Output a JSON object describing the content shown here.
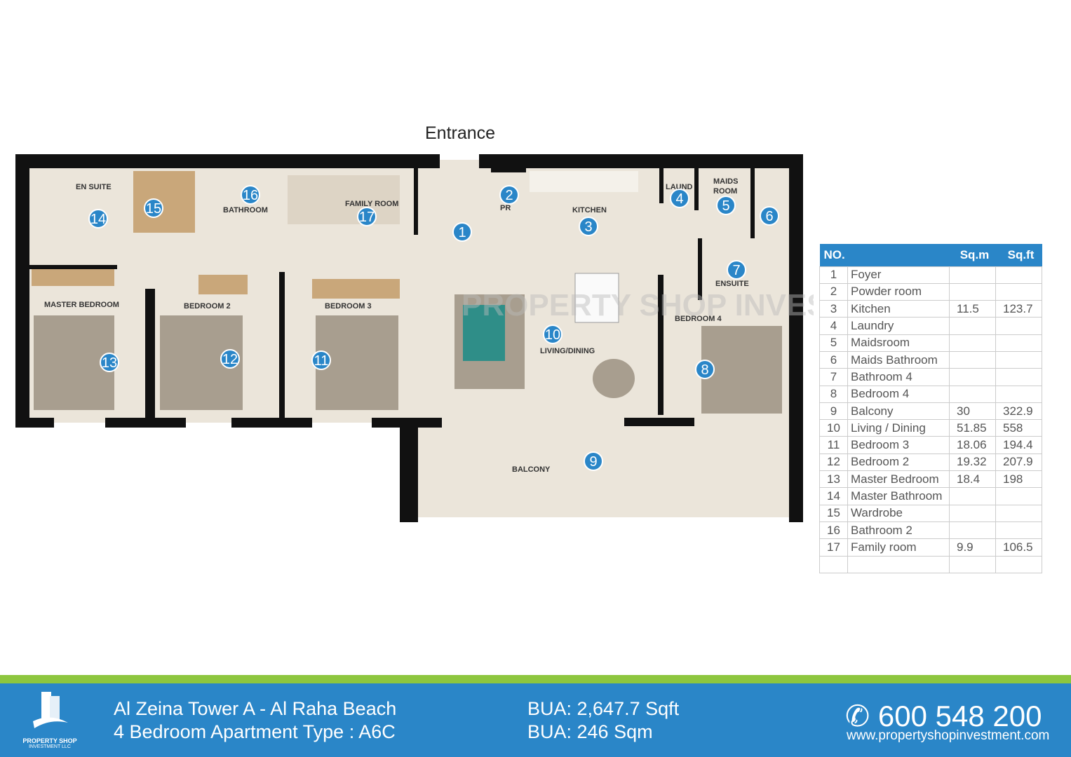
{
  "plan": {
    "entrance": "Entrance",
    "watermark": "PROPERTY SHOP INVESTMENT LLC",
    "room_labels": {
      "en_suite": "EN SUITE",
      "bathroom": "BATHROOM",
      "family_room": "FAMILY ROOM",
      "pr": "PR",
      "kitchen": "KITCHEN",
      "laund": "LAUND",
      "maids_1": "MAIDS",
      "maids_2": "ROOM",
      "ensuite": "ENSUITE",
      "master_bedroom": "MASTER BEDROOM",
      "bedroom2": "BEDROOM 2",
      "bedroom3": "BEDROOM 3",
      "bedroom4": "BEDROOM 4",
      "living_dining": "LIVING/DINING",
      "balcony": "BALCONY"
    },
    "markers": [
      "1",
      "2",
      "3",
      "4",
      "5",
      "6",
      "7",
      "8",
      "9",
      "10",
      "11",
      "12",
      "13",
      "14",
      "15",
      "16",
      "17"
    ]
  },
  "table": {
    "headers": [
      "NO.",
      "Sq.m",
      "Sq.ft"
    ],
    "rows": [
      {
        "no": "1",
        "name": "Foyer",
        "sqm": "",
        "sqft": ""
      },
      {
        "no": "2",
        "name": "Powder room",
        "sqm": "",
        "sqft": ""
      },
      {
        "no": "3",
        "name": "Kitchen",
        "sqm": "11.5",
        "sqft": "123.7"
      },
      {
        "no": "4",
        "name": "Laundry",
        "sqm": "",
        "sqft": ""
      },
      {
        "no": "5",
        "name": "Maidsroom",
        "sqm": "",
        "sqft": ""
      },
      {
        "no": "6",
        "name": "Maids Bathroom",
        "sqm": "",
        "sqft": ""
      },
      {
        "no": "7",
        "name": "Bathroom 4",
        "sqm": "",
        "sqft": ""
      },
      {
        "no": "8",
        "name": "Bedroom 4",
        "sqm": "",
        "sqft": ""
      },
      {
        "no": "9",
        "name": "Balcony",
        "sqm": "30",
        "sqft": "322.9"
      },
      {
        "no": "10",
        "name": "Living / Dining",
        "sqm": "51.85",
        "sqft": "558"
      },
      {
        "no": "11",
        "name": "Bedroom 3",
        "sqm": "18.06",
        "sqft": "194.4"
      },
      {
        "no": "12",
        "name": "Bedroom 2",
        "sqm": "19.32",
        "sqft": "207.9"
      },
      {
        "no": "13",
        "name": "Master Bedroom",
        "sqm": "18.4",
        "sqft": "198"
      },
      {
        "no": "14",
        "name": "Master Bathroom",
        "sqm": "",
        "sqft": ""
      },
      {
        "no": "15",
        "name": "Wardrobe",
        "sqm": "",
        "sqft": ""
      },
      {
        "no": "16",
        "name": "Bathroom 2",
        "sqm": "",
        "sqft": ""
      },
      {
        "no": "17",
        "name": "Family room",
        "sqm": "9.9",
        "sqft": "106.5"
      },
      {
        "no": "",
        "name": "",
        "sqm": "",
        "sqft": ""
      }
    ]
  },
  "footer": {
    "logo_title": "PROPERTY SHOP",
    "logo_sub": "INVESTMENT LLC",
    "project": "Al Zeina Tower A - Al Raha Beach",
    "type": "4 Bedroom Apartment Type : A6C",
    "bua_sqft": "BUA: 2,647.7 Sqft",
    "bua_sqm": "BUA: 246 Sqm",
    "phone": "600 548 200",
    "website": "www.propertyshopinvestment.com"
  },
  "colors": {
    "accent": "#2a86c8",
    "green": "#8dc63f",
    "floor": "#ebe5da",
    "wall": "#111111"
  }
}
